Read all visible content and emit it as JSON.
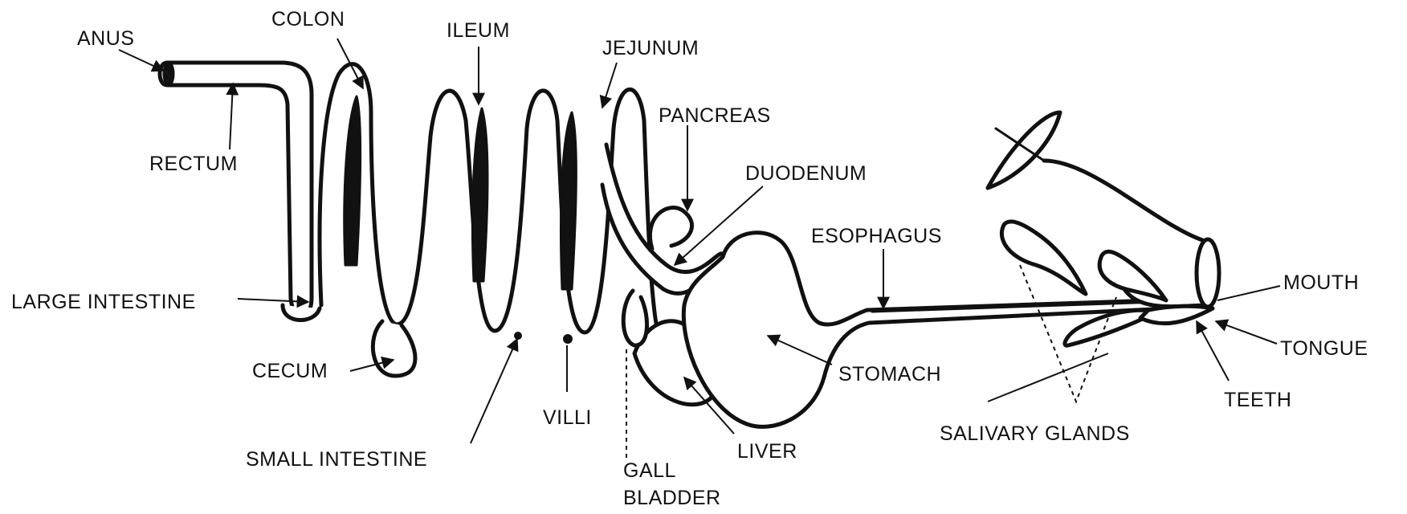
{
  "labels": {
    "anus": "ANUS",
    "colon": "COLON",
    "ileum": "ILEUM",
    "jejunum": "JEJUNUM",
    "rectum": "RECTUM",
    "pancreas": "PANCREAS",
    "duodenum": "DUODENUM",
    "esophagus": "ESOPHAGUS",
    "mouth": "MOUTH",
    "large_intestine": "LARGE INTESTINE",
    "tongue": "TONGUE",
    "cecum": "CECUM",
    "stomach": "STOMACH",
    "teeth": "TEETH",
    "villi": "VILLI",
    "salivary_glands": "SALIVARY GLANDS",
    "liver": "LIVER",
    "small_intestine": "SMALL INTESTINE",
    "gall_bladder_line1": "GALL",
    "gall_bladder_line2": "BLADDER"
  },
  "colors": {
    "ink": "#111111",
    "background": "#ffffff"
  }
}
